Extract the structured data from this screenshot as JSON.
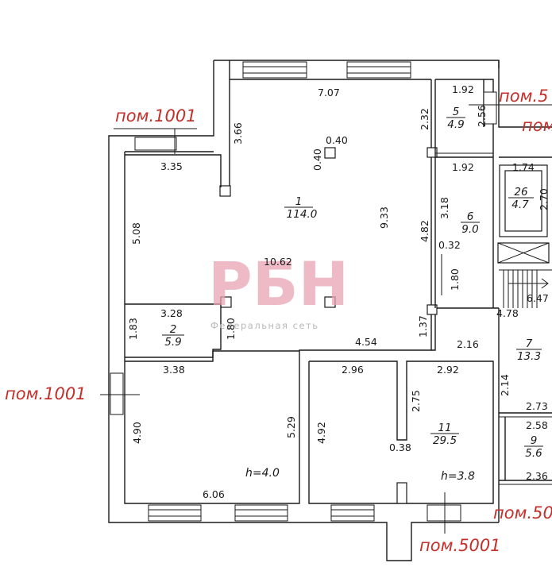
{
  "watermark": {
    "logo": "РБН",
    "subtitle": "Федеральная сеть"
  },
  "references": {
    "pom1001_top": "пом.1001",
    "pom1001_left": "пом.1001",
    "pom5001_bottom": "пом.5001",
    "pom5_top_right": "пом.5",
    "pom_right_cut": "пом",
    "pom50_bottom_right": "пом.50"
  },
  "rooms": {
    "r1": {
      "number": "1",
      "area": "114.0"
    },
    "r2": {
      "number": "2",
      "area": "5.9"
    },
    "r5": {
      "number": "5",
      "area": "4.9"
    },
    "r6": {
      "number": "6",
      "area": "9.0"
    },
    "r7": {
      "number": "7",
      "area": "13.3"
    },
    "r9": {
      "number": "9",
      "area": "5.6"
    },
    "r11": {
      "number": "11",
      "area": "29.5"
    },
    "r26": {
      "number": "26",
      "area": "4.7"
    }
  },
  "heights": {
    "left": "h=4.0",
    "right": "h=3.8"
  },
  "dimensions": {
    "d_707": "7.07",
    "d_366": "3.66",
    "d_040a": "0.40",
    "d_040b": "0.40",
    "d_335": "3.35",
    "d_232": "2.32",
    "d_508": "5.08",
    "d_933": "9.33",
    "d_1062": "10.62",
    "d_482": "4.82",
    "d_328": "3.28",
    "d_183": "1.83",
    "d_180a": "1.80",
    "d_137": "1.37",
    "d_454": "4.54",
    "d_338": "3.38",
    "d_490": "4.90",
    "d_529": "5.29",
    "d_606": "6.06",
    "d_296": "2.96",
    "d_292": "2.92",
    "d_275": "2.75",
    "d_492": "4.92",
    "d_038": "0.38",
    "d_192a": "1.92",
    "d_256": "2.56",
    "d_192b": "1.92",
    "d_318": "3.18",
    "d_032": "0.32",
    "d_180b": "1.80",
    "d_174": "1.74",
    "d_270": "2.70",
    "d_647": "6.47",
    "d_478": "4.78",
    "d_216": "2.16",
    "d_214": "2.14",
    "d_273": "2.73",
    "d_258": "2.58",
    "d_236": "2.36"
  }
}
